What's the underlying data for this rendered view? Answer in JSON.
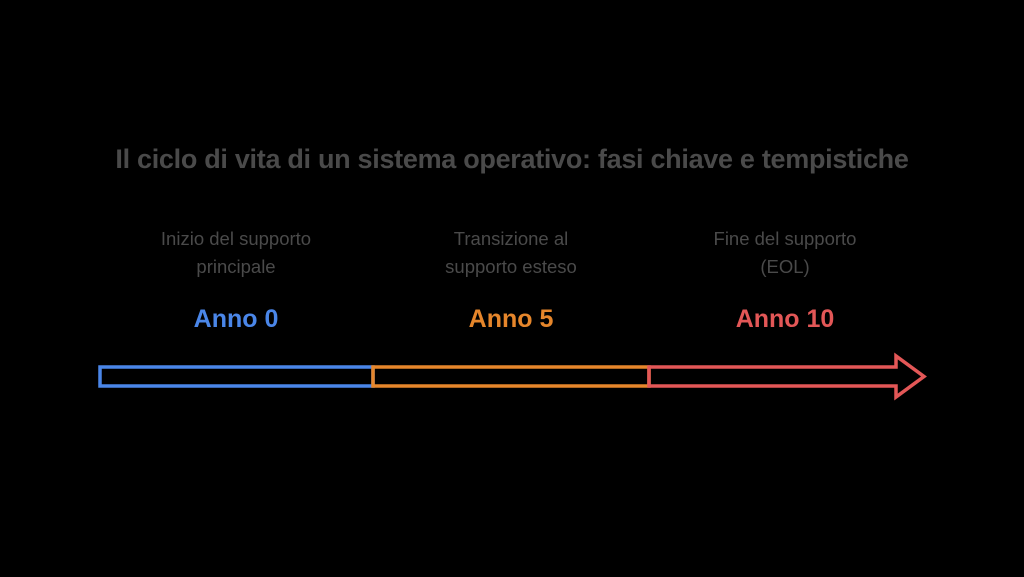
{
  "title": "Il ciclo di vita di un sistema operativo: fasi chiave e tempistiche",
  "phases": [
    {
      "label_line1": "Inizio del supporto",
      "label_line2": "principale",
      "year": "Anno 0",
      "color": "#4a86e8"
    },
    {
      "label_line1": "Transizione al",
      "label_line2": "supporto esteso",
      "year": "Anno 5",
      "color": "#e6862b"
    },
    {
      "label_line1": "Fine del supporto",
      "label_line2": "(EOL)",
      "year": "Anno 10",
      "color": "#e35757"
    }
  ]
}
